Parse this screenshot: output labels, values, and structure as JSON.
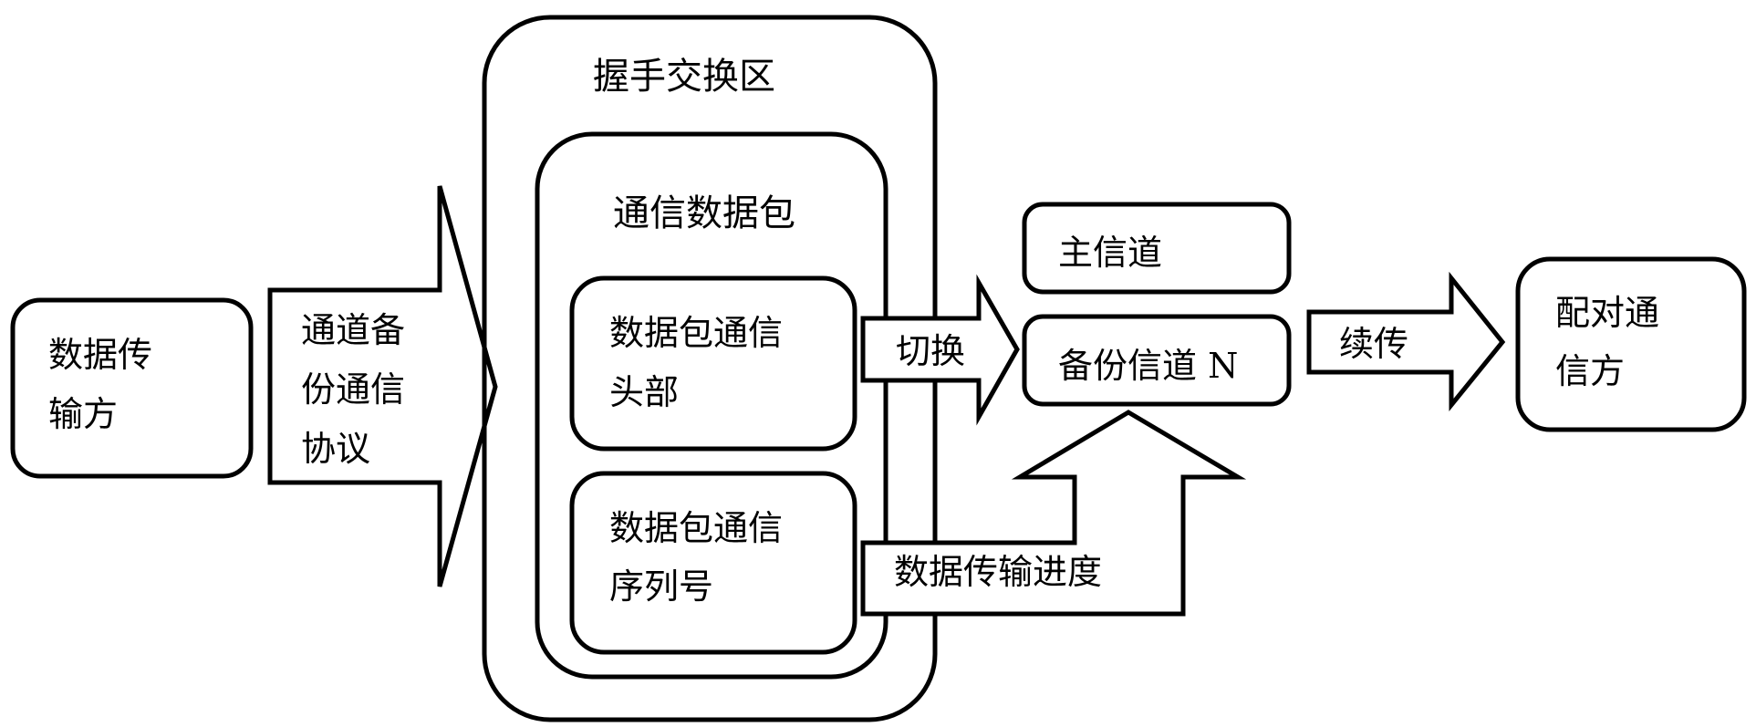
{
  "diagram": {
    "title": "Channel backup communication flow",
    "colors": {
      "stroke": "#000000",
      "background": "#ffffff",
      "text": "#000000"
    },
    "nodes": {
      "sender": {
        "lines": [
          "数据传",
          "输方"
        ]
      },
      "protocol_arrow": {
        "lines": [
          "通道备",
          "份通信",
          "协议"
        ]
      },
      "handshake_zone": {
        "title": "握手交换区"
      },
      "data_packet": {
        "title": "通信数据包"
      },
      "packet_header": {
        "lines": [
          "数据包通信",
          "头部"
        ]
      },
      "packet_sequence": {
        "lines": [
          "数据包通信",
          "序列号"
        ]
      },
      "switch_arrow": {
        "label": "切换"
      },
      "main_channel": {
        "label": "主信道"
      },
      "backup_channel": {
        "label": "备份信道 N"
      },
      "progress_arrow": {
        "label": "数据传输进度"
      },
      "resume_arrow": {
        "label": "续传"
      },
      "receiver": {
        "lines": [
          "配对通",
          "信方"
        ]
      }
    },
    "edges": [
      {
        "from": "sender",
        "to": "handshake_zone",
        "via": "protocol_arrow"
      },
      {
        "from": "packet_header",
        "to": "backup_channel",
        "via": "switch_arrow"
      },
      {
        "from": "packet_sequence",
        "to": "backup_channel",
        "via": "progress_arrow"
      },
      {
        "from": "backup_channel",
        "to": "receiver",
        "via": "resume_arrow"
      }
    ]
  }
}
